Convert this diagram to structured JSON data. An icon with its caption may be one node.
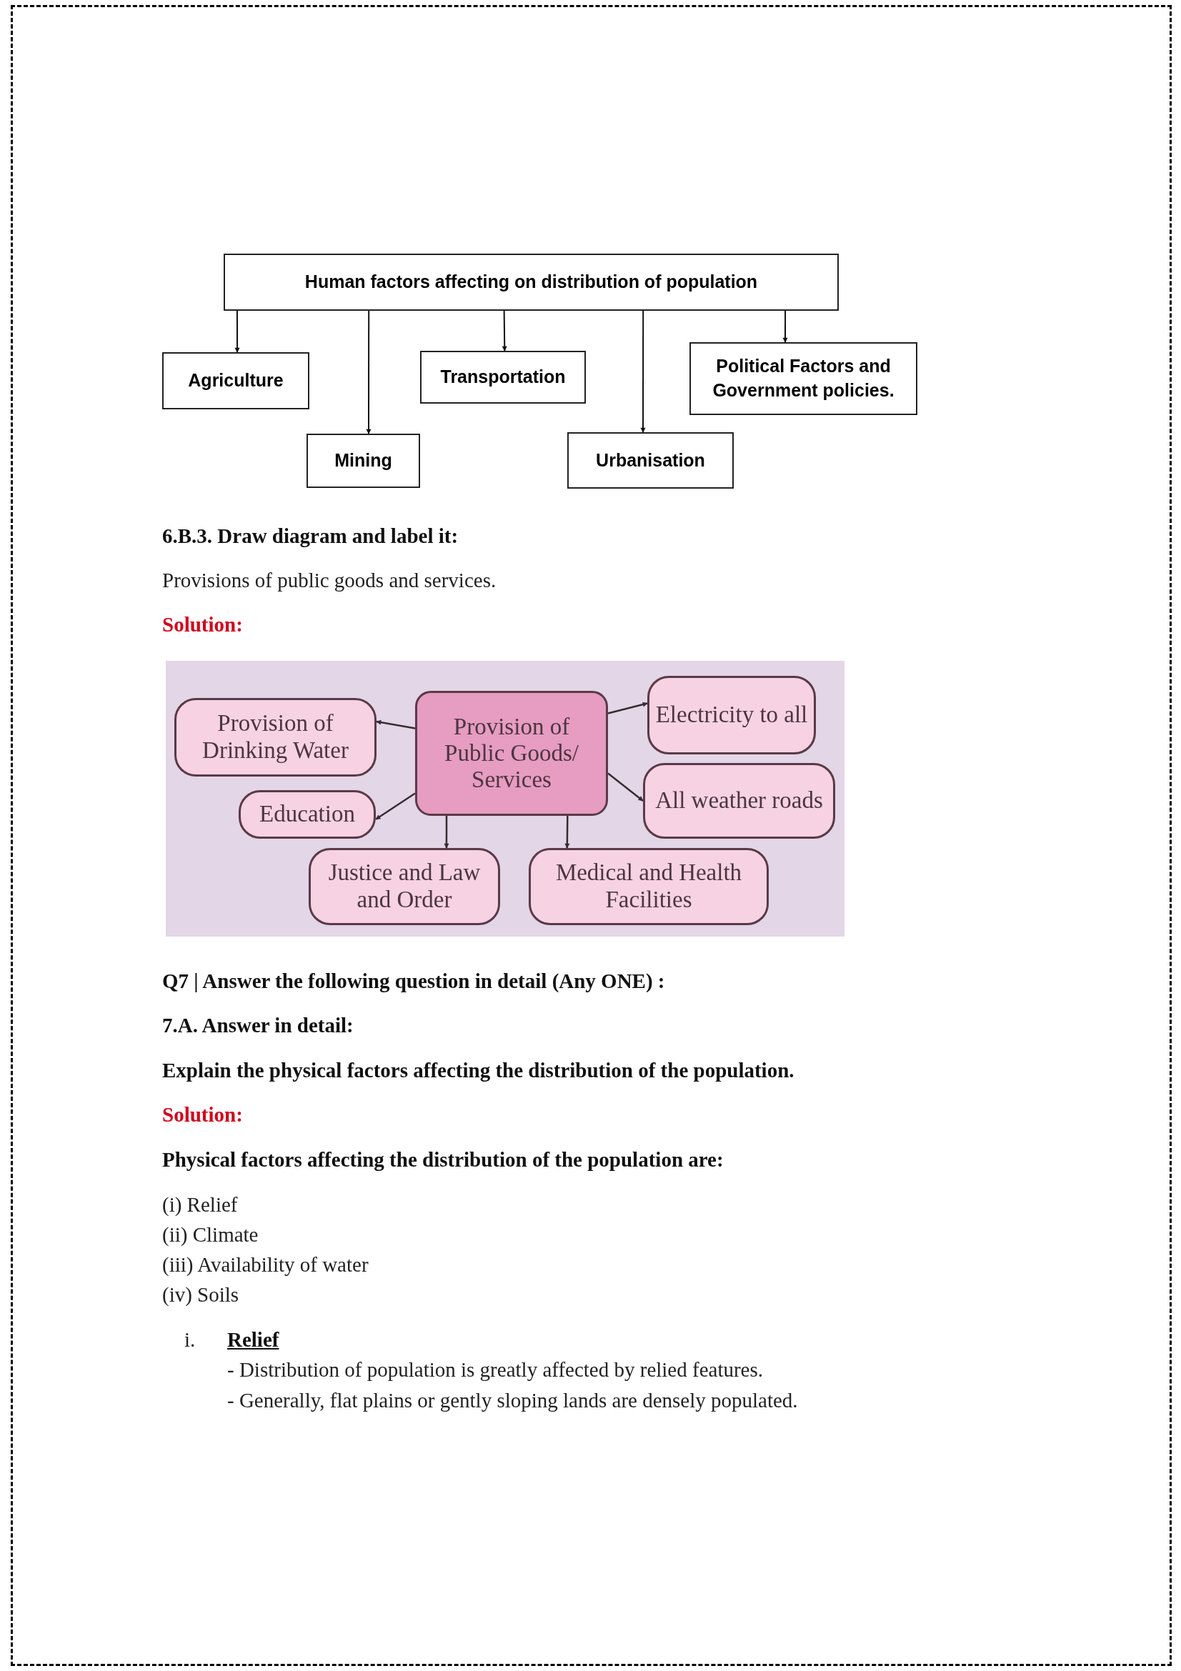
{
  "diagram": {
    "nodes": [
      {
        "text": [
          "Human factors affecting on distribution of population"
        ]
      },
      {
        "text": [
          "Agriculture"
        ]
      },
      {
        "text": [
          "Mining"
        ]
      },
      {
        "text": [
          "Transportation"
        ]
      },
      {
        "text": [
          "Urbanisation"
        ]
      },
      {
        "text": [
          "Political Factors and Government policies."
        ]
      },
      {
        "text": [
          "Provision of Public Goods/ Services"
        ]
      },
      {
        "text": [
          "Provision of Drinking Water"
        ]
      },
      {
        "text": [
          "Electricity to all"
        ]
      },
      {
        "text": [
          "Education"
        ]
      },
      {
        "text": [
          "All weather roads"
        ]
      },
      {
        "text": [
          "Justice and Law and Order"
        ]
      },
      {
        "text": [
          "Medical and Health Facilities"
        ]
      }
    ],
    "edges": [
      {
        "from": 0,
        "to": 1,
        "arrow": "to"
      },
      {
        "from": 0,
        "to": 2,
        "arrow": "to"
      },
      {
        "from": 0,
        "to": 3,
        "arrow": "to"
      },
      {
        "from": 0,
        "to": 4,
        "arrow": "to"
      },
      {
        "from": 0,
        "to": 5,
        "arrow": "to"
      },
      {
        "from": 6,
        "to": 7,
        "arrow": "to"
      },
      {
        "from": 6,
        "to": 9,
        "arrow": "to"
      },
      {
        "from": 6,
        "to": 11,
        "arrow": "to"
      },
      {
        "from": 6,
        "to": 12,
        "arrow": "to"
      },
      {
        "from": 6,
        "to": 8,
        "arrow": "to"
      },
      {
        "from": 6,
        "to": 10,
        "arrow": "to"
      }
    ],
    "labels": [
      "6.B.3. Draw diagram and label it:",
      "Provisions of public goods and services.",
      "Solution:",
      "Q7 | Answer the following question in detail (Any ONE) :",
      "7.A. Answer in detail:",
      "Explain the physical factors affecting the distribution of the population.",
      "Solution:",
      "Physical factors affecting the distribution of the population are:",
      "(i) Relief",
      "(ii) Climate",
      "(iii) Availability of water",
      "(iv) Soils",
      "i.",
      "Relief",
      "- Distribution of population is greatly affected by relied features.",
      "- Generally, flat plains or gently sloping lands are densely populated."
    ]
  }
}
